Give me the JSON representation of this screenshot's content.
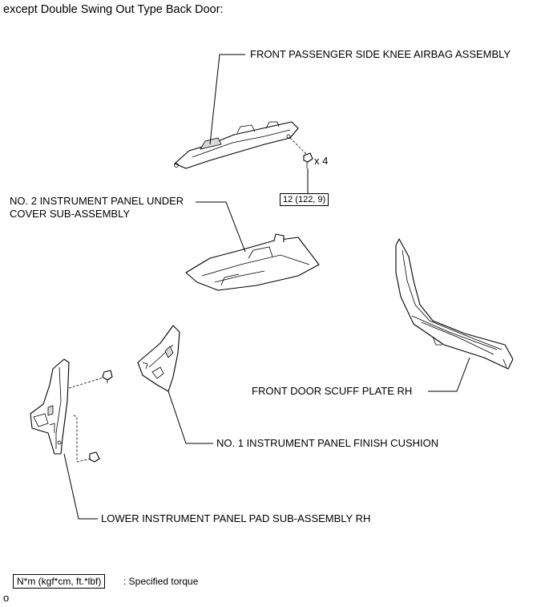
{
  "header": {
    "title": "except Double Swing Out Type Back Door:"
  },
  "labels": {
    "airbag": "FRONT PASSENGER SIDE KNEE AIRBAG ASSEMBLY",
    "under_cover_line1": "NO. 2 INSTRUMENT PANEL UNDER",
    "under_cover_line2": "COVER SUB-ASSEMBLY",
    "scuff_plate": "FRONT DOOR SCUFF PLATE RH",
    "finish_cushion": "NO. 1 INSTRUMENT PANEL FINISH CUSHION",
    "lower_pad": "LOWER INSTRUMENT PANEL PAD SUB-ASSEMBLY RH",
    "bolt_count": "x 4",
    "torque_value": "12 (122, 9)"
  },
  "legend": {
    "torque_units": "N*m (kgf*cm, ft.*lbf)",
    "torque_desc": ": Specified torque"
  },
  "footer": {
    "mark": "o"
  }
}
